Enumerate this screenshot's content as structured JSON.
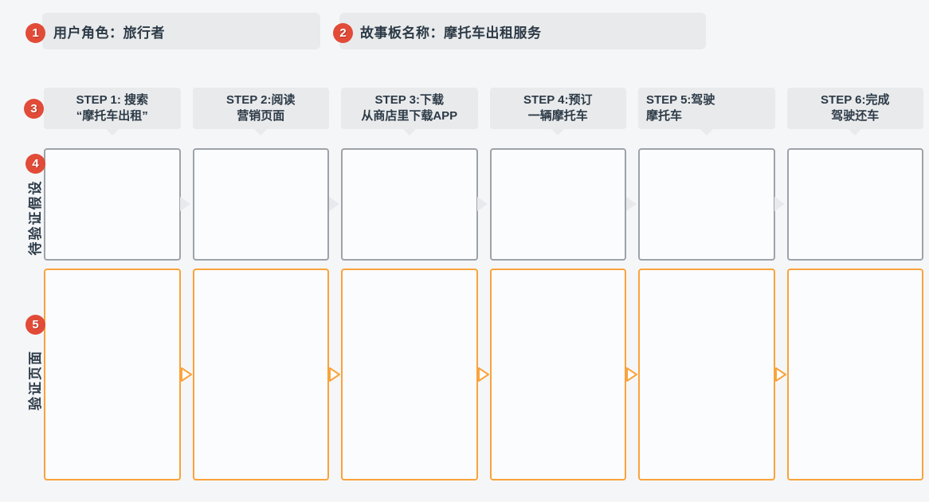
{
  "colors": {
    "bg": "#F5F6F8",
    "panel": "#E9EAEB",
    "text": "#2C3A47",
    "red": "#E14B38",
    "orange": "#F9A33C",
    "grayBorder": "#9CA3AA",
    "arrowGray": "#E7E9EC",
    "cardBg": "#FBFCFD"
  },
  "header": {
    "user_role": {
      "badge": "1",
      "label": "用户角色：旅行者"
    },
    "storyboard": {
      "badge": "2",
      "label": "故事板名称：摩托车出租服务"
    }
  },
  "steps": {
    "badge": "3",
    "items": [
      {
        "line1": "STEP 1: 搜索",
        "line2": "“摩托车出租”"
      },
      {
        "line1": "STEP 2:阅读",
        "line2": "营销页面"
      },
      {
        "line1": "STEP 3:下载",
        "line2": "从商店里下载APP"
      },
      {
        "line1": "STEP 4:预订",
        "line2": "一辆摩托车"
      },
      {
        "line1": "STEP 5:驾驶",
        "line2": "摩托车"
      },
      {
        "line1": "STEP 6:完成",
        "line2": "驾驶还车"
      }
    ]
  },
  "rows": {
    "hypothesis": {
      "badge": "4",
      "label": "待验证假设"
    },
    "validation": {
      "badge": "5",
      "label": "验证页面"
    }
  }
}
